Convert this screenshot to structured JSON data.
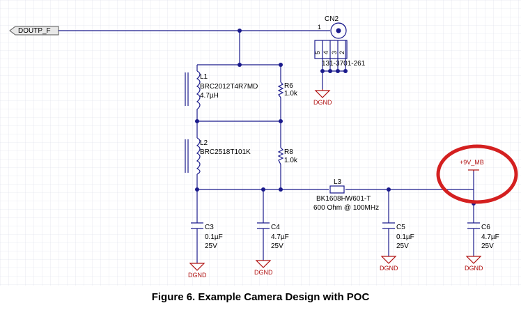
{
  "net_label": "DOUTP_F",
  "connector": {
    "ref": "CN2",
    "part": "131-3701-261",
    "pin1": "1",
    "pins": [
      "5",
      "4",
      "3",
      "2"
    ]
  },
  "l1": {
    "ref": "L1",
    "part": "BRC2012T4R7MD",
    "value": "4.7µH"
  },
  "l2": {
    "ref": "L2",
    "part": "BRC2518T101K"
  },
  "r6": {
    "ref": "R6",
    "value": "1.0k"
  },
  "r8": {
    "ref": "R8",
    "value": "1.0k"
  },
  "l3": {
    "ref": "L3",
    "part": "BK1608HW601-T",
    "value": "600 Ohm @ 100MHz"
  },
  "c3": {
    "ref": "C3",
    "value": "0.1µF",
    "voltage": "25V"
  },
  "c4": {
    "ref": "C4",
    "value": "4.7µF",
    "voltage": "25V"
  },
  "c5": {
    "ref": "C5",
    "value": "0.1µF",
    "voltage": "25V"
  },
  "c6": {
    "ref": "C6",
    "value": "4.7µF",
    "voltage": "25V"
  },
  "power": "+9V_MB",
  "ground": "DGND",
  "caption": "Figure 6. Example Camera Design with POC",
  "colors": {
    "wire": "#1a1a8c",
    "ground": "#b01010",
    "highlight": "#d42020",
    "grid": "#d8dce8"
  }
}
